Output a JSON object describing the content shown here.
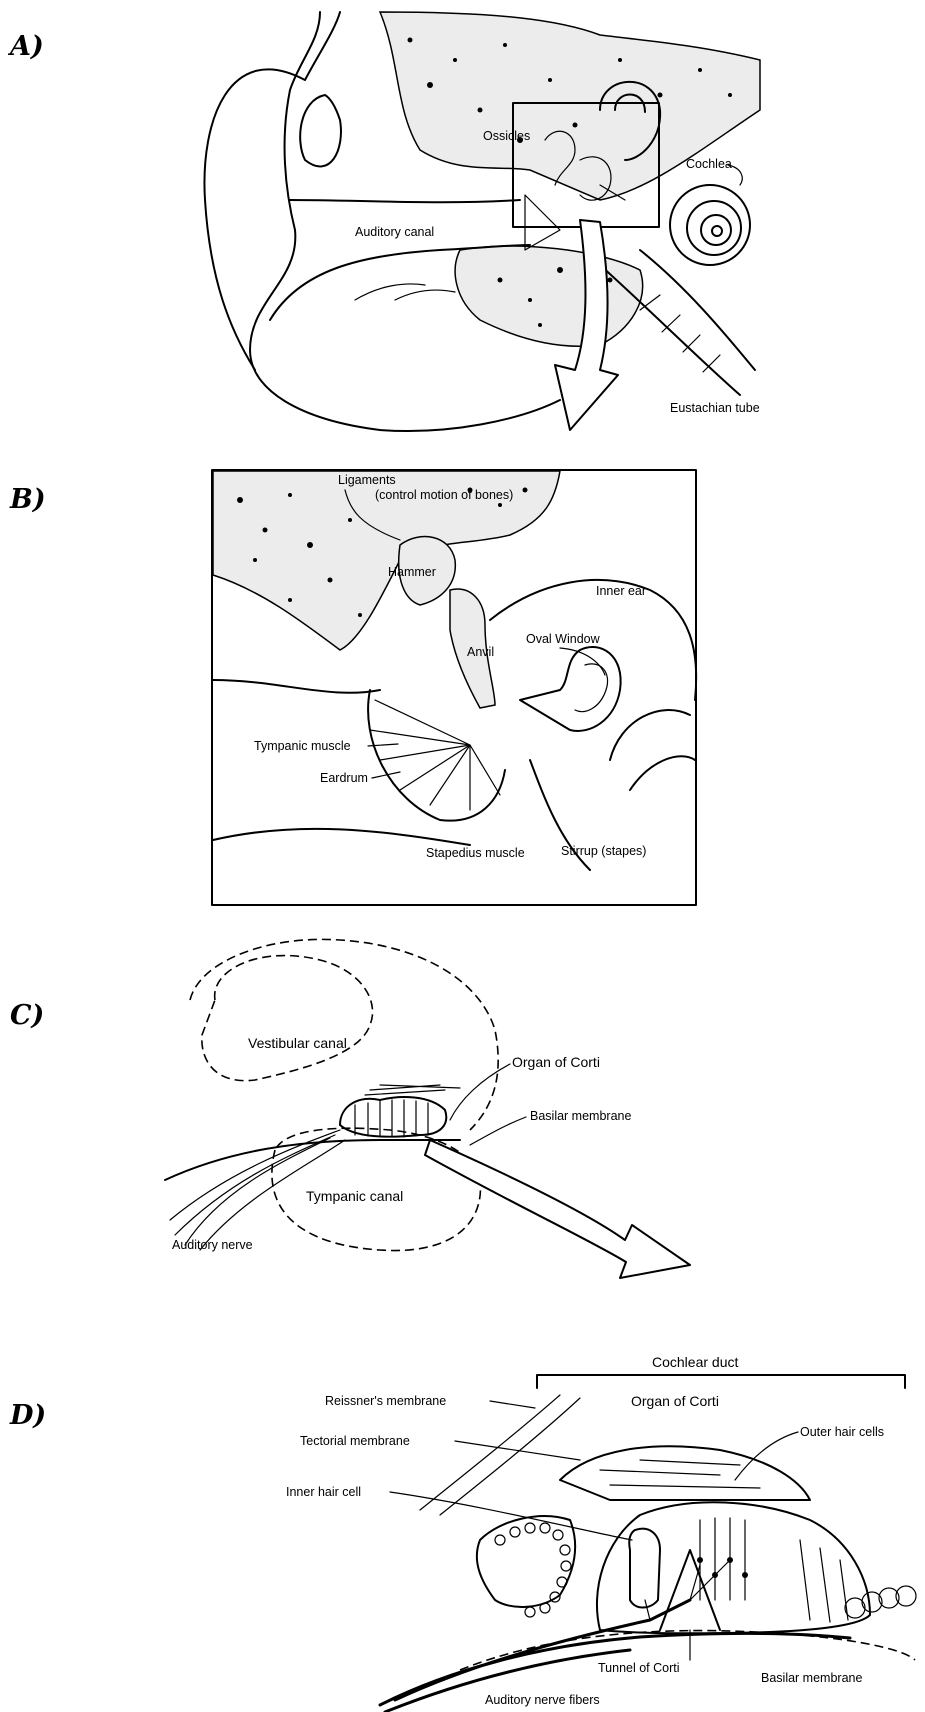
{
  "panels": [
    {
      "letter": "A)",
      "labels": {
        "ossicles": "Ossicles",
        "cochlea": "Cochlea",
        "auditory_canal": "Auditory canal",
        "eustachian_tube": "Eustachian tube"
      }
    },
    {
      "letter": "B)",
      "labels": {
        "ligaments": "Ligaments",
        "ligaments_note": "(control motion of bones)",
        "hammer": "Hammer",
        "inner_ear": "Inner ear",
        "anvil": "Anvil",
        "oval_window": "Oval Window",
        "tympanic_muscle": "Tympanic muscle",
        "eardrum": "Eardrum",
        "stapedius_muscle": "Stapedius muscle",
        "stirrup": "Stirrup (stapes)"
      }
    },
    {
      "letter": "C)",
      "labels": {
        "vestibular_canal": "Vestibular canal",
        "organ_of_corti": "Organ of Corti",
        "basilar_membrane": "Basilar membrane",
        "tympanic_canal": "Tympanic canal",
        "auditory_nerve": "Auditory nerve"
      }
    },
    {
      "letter": "D)",
      "labels": {
        "cochlear_duct": "Cochlear duct",
        "reissners_membrane": "Reissner's membrane",
        "organ_of_corti": "Organ of Corti",
        "outer_hair_cells": "Outer hair cells",
        "tectorial_membrane": "Tectorial membrane",
        "inner_hair_cell": "Inner hair cell",
        "tunnel_of_corti": "Tunnel of Corti",
        "basilar_membrane": "Basilar membrane",
        "auditory_nerve_fibers": "Auditory nerve fibers"
      }
    }
  ]
}
